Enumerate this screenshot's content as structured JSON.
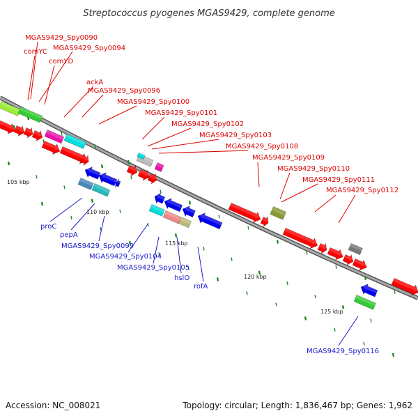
{
  "title": "Streptococcus pyogenes MGAS9429, complete genome",
  "footer": {
    "accession": "Accession: NC_008021",
    "summary": "Topology: circular; Length: 1,836,467 bp; Genes: 1,962"
  },
  "colors": {
    "red": "#ff0000",
    "blue": "#0000ee",
    "green": "#33cc33",
    "lime": "#99ee33",
    "magenta": "#ee11aa",
    "cyan": "#00dddd",
    "steelblue": "#4488bb",
    "teal": "#22bbbb",
    "olive": "#889933",
    "gray": "#777777",
    "silver": "#bbbbbb",
    "salmon": "#ee8888",
    "khaki": "#bbbb77",
    "label_red": "#dd0000",
    "label_blue": "#1a1acc",
    "tick_green": "#228822",
    "backbone": "#888888"
  },
  "position_labels": [
    "105 kbp",
    "110 kbp",
    "115 kbp",
    "120 kbp",
    "125 kbp"
  ],
  "forward_labels": [
    "MGAS9429_Spy0090",
    "comYC",
    "MGAS9429_Spy0094",
    "comYD",
    "ackA",
    "MGAS9429_Spy0096",
    "MGAS9429_Spy0100",
    "MGAS9429_Spy0101",
    "MGAS9429_Spy0102",
    "MGAS9429_Spy0103",
    "MGAS9429_Spy0108",
    "MGAS9429_Spy0109",
    "MGAS9429_Spy0110",
    "MGAS9429_Spy0111",
    "MGAS9429_Spy0112"
  ],
  "reverse_labels": [
    "proC",
    "pepA",
    "MGAS9429_Spy0099",
    "MGAS9429_Spy0104",
    "MGAS9429_Spy0105",
    "hslO",
    "rofA",
    "MGAS9429_Spy0116"
  ]
}
